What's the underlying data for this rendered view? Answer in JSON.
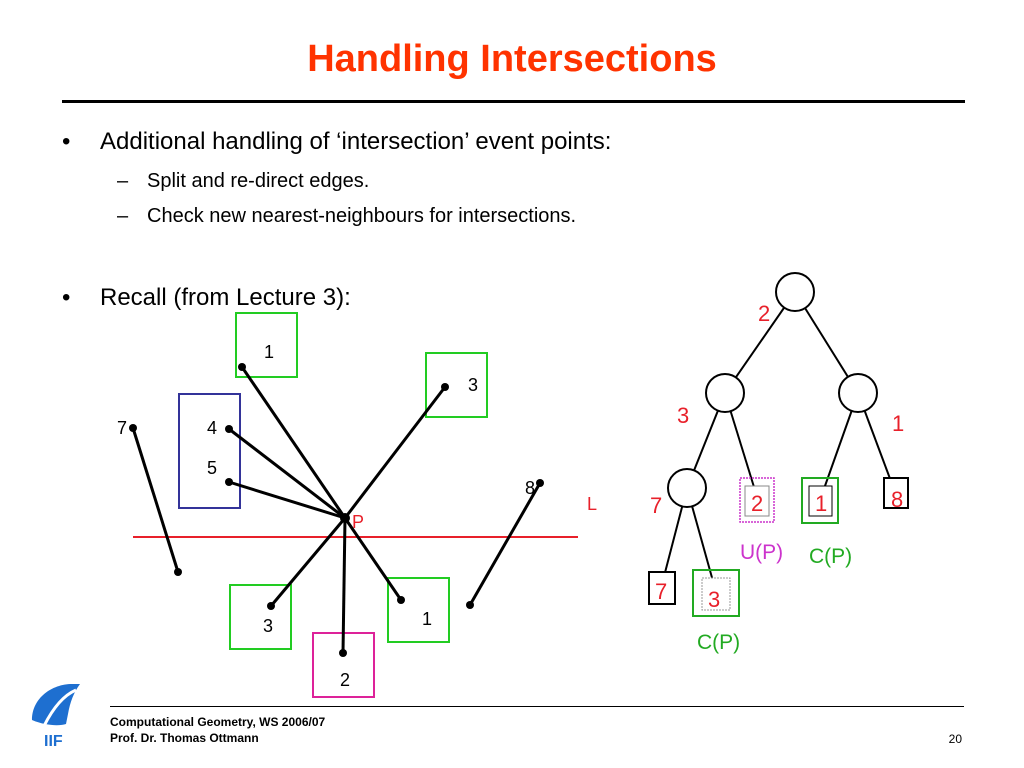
{
  "slide": {
    "title": "Handling Intersections",
    "bullet_symbol": "•",
    "dash_symbol": "–",
    "bullets": [
      {
        "text": "Additional handling of ‘intersection’ event points:",
        "sub": [
          "Split and re-direct edges.",
          "Check new nearest-neighbours for intersections."
        ]
      },
      {
        "text": "Recall (from Lecture 3):",
        "sub": []
      }
    ]
  },
  "left_figure": {
    "segment_labels": [
      "1",
      "3",
      "7",
      "4",
      "5",
      "8",
      "3",
      "1",
      "2"
    ],
    "point_label": "P",
    "sweep_line_label": "L",
    "colors": {
      "sweep_line": "#e8202a",
      "point_label": "#e8202a",
      "green_box": "#22cc22",
      "blue_box": "#333399",
      "magenta_box": "#dd2299"
    }
  },
  "right_figure": {
    "internal_labels": [
      "2",
      "3",
      "1",
      "7"
    ],
    "leaf_labels": [
      "2",
      "1",
      "8",
      "7",
      "3"
    ],
    "set_labels": [
      "U(P)",
      "C(P)",
      "C(P)"
    ],
    "colors": {
      "red": "#e8202a",
      "green": "#22aa22",
      "magenta": "#cc33cc",
      "black": "#000000"
    }
  },
  "footer": {
    "line1": "Computational Geometry, WS 2006/07",
    "line2": "Prof. Dr. Thomas Ottmann",
    "page": "20",
    "logo_text": "IIF",
    "logo_color": "#1e6fd0"
  }
}
